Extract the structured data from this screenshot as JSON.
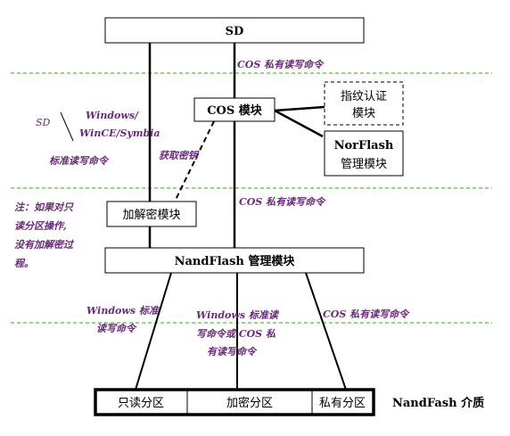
{
  "boxes": {
    "sd": "SD",
    "cos": "COS 模块",
    "fingerprint_line1": "指纹认证",
    "fingerprint_line2": "模块",
    "norflash_line1": "NorFlash",
    "norflash_line2": "管理模块",
    "crypto": "加解密模块",
    "nandflash_mgmt": "NandFlash 管理模块"
  },
  "partitions": {
    "readonly": "只读分区",
    "encrypted": "加密分区",
    "private": "私有分区"
  },
  "media_label": "NandFash 介质",
  "annotations": {
    "cos_private_top": "COS 私有读写命令",
    "cos_private_mid": "COS 私有读写命令",
    "cos_private_bottom": "COS 私有读写命令",
    "get_key": "获取密钥",
    "sd_left": "SD",
    "windows_line1": "Windows/",
    "windows_line2": "WinCE/Symbia",
    "std_rw": "标准读写命令",
    "note_line1": "注：如果对只",
    "note_line2": "读分区操作,",
    "note_line3": "没有加解密过",
    "note_line4": "程。",
    "win_std_line1": "Windows 标准",
    "win_std_line2": "读写命令",
    "win_or_cos_line1": "Windows 标准读",
    "win_or_cos_line2": "写命令或 COS 私",
    "win_or_cos_line3": "有读写命令"
  },
  "colors": {
    "separator": "#6ccf5a",
    "annotation": "#6a2a7a"
  }
}
